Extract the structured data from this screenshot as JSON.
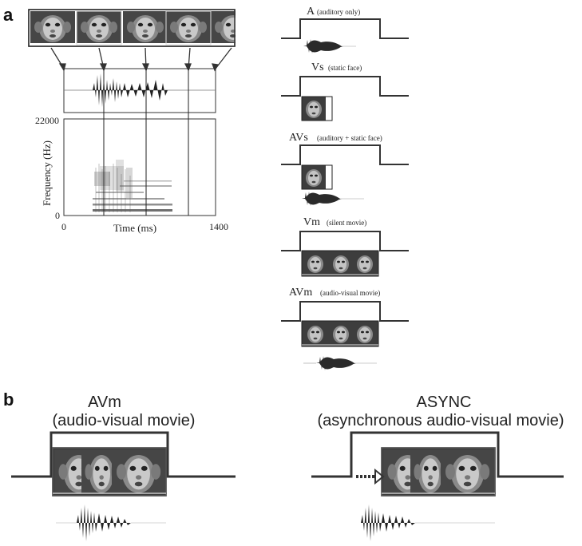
{
  "panel_a": {
    "letter": "a",
    "spectrogram": {
      "y_axis_label": "Frequency (Hz)",
      "y_max_label": "22000",
      "y_min_label": "0",
      "x_axis_label": "Time (ms)",
      "x_min_label": "0",
      "x_max_label": "1400"
    },
    "conditions": [
      {
        "code": "A",
        "description": "(auditory only)"
      },
      {
        "code": "Vs",
        "description": "(static face)"
      },
      {
        "code": "AVs",
        "description": "(auditory + static face)"
      },
      {
        "code": "Vm",
        "description": "(silent movie)"
      },
      {
        "code": "AVm",
        "description": "(audio-visual movie)"
      }
    ]
  },
  "panel_b": {
    "letter": "b",
    "left": {
      "code": "AVm",
      "description": "(audio-visual movie)"
    },
    "right": {
      "code": "ASYNC",
      "description": "(asynchronous audio-visual movie)"
    }
  },
  "colors": {
    "line": "#333333",
    "face_dark": "#4a4a4a",
    "face_light": "#b8b8b8"
  }
}
